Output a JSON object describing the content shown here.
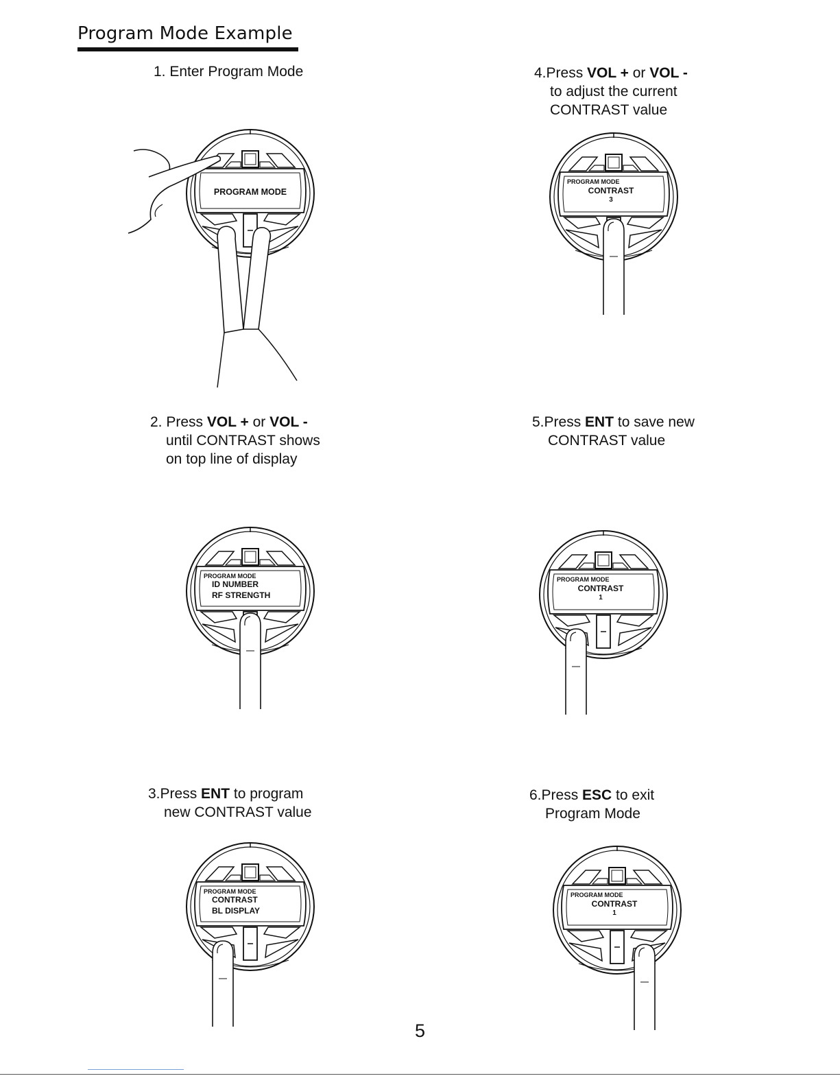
{
  "title": "Program Mode Example",
  "page_number": "5",
  "steps": [
    {
      "num": "1.",
      "parts": [
        "Enter Program Mode"
      ],
      "display": {
        "big": "PROGRAM MODE",
        "small": "",
        "l1": "",
        "l2": ""
      },
      "hand": "two"
    },
    {
      "num": "2.",
      "parts": [
        "Press ",
        "VOL +",
        " or ",
        "VOL -"
      ],
      "lines": [
        "until CONTRAST shows",
        "on top line of display"
      ],
      "display": {
        "big": "",
        "small": "PROGRAM MODE",
        "l1": "ID NUMBER",
        "l2": "RF STRENGTH"
      },
      "hand": "center"
    },
    {
      "num": "3.",
      "parts": [
        "Press ",
        "ENT",
        " to program"
      ],
      "lines": [
        "new CONTRAST value"
      ],
      "display": {
        "big": "",
        "small": "PROGRAM MODE",
        "l1": "CONTRAST",
        "l2": "BL DISPLAY"
      },
      "hand": "left"
    },
    {
      "num": "4.",
      "parts": [
        "Press ",
        "VOL +",
        " or ",
        "VOL -"
      ],
      "lines": [
        "to adjust the current",
        "CONTRAST value"
      ],
      "display": {
        "big": "",
        "small": "PROGRAM MODE",
        "l1": "CONTRAST",
        "l2": "3"
      },
      "hand": "center"
    },
    {
      "num": "5.",
      "parts": [
        "Press ",
        "ENT",
        " to save new"
      ],
      "lines": [
        "CONTRAST value"
      ],
      "display": {
        "big": "",
        "small": "PROGRAM MODE",
        "l1": "CONTRAST",
        "l2": "1"
      },
      "hand": "left"
    },
    {
      "num": "6.",
      "parts": [
        "Press ",
        "ESC",
        " to exit"
      ],
      "lines": [
        "Program Mode"
      ],
      "display": {
        "big": "",
        "small": "PROGRAM MODE",
        "l1": "CONTRAST",
        "l2": "1"
      },
      "hand": "right"
    }
  ]
}
